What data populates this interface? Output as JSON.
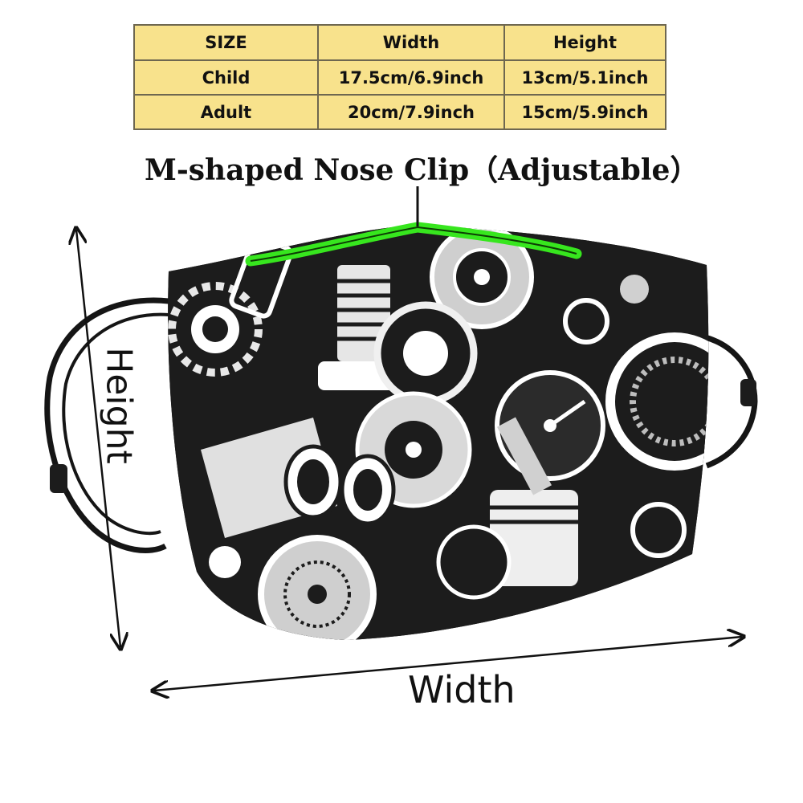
{
  "size_table": {
    "header": [
      "SIZE",
      "Width",
      "Height"
    ],
    "rows": [
      [
        "Child",
        "17.5cm/6.9inch",
        "13cm/5.1inch"
      ],
      [
        "Adult",
        "20cm/7.9inch",
        "15cm/5.9inch"
      ]
    ]
  },
  "nose_clip_label": "M-shaped Nose Clip（Adjustable）",
  "dimension_labels": {
    "height": "Height",
    "width": "Width"
  },
  "colors": {
    "table_fill": "#f8e28c",
    "table_border": "#6e6750",
    "nose_clip": "#37e61e",
    "mask_base": "#1c1c1c",
    "strap": "#151515"
  }
}
